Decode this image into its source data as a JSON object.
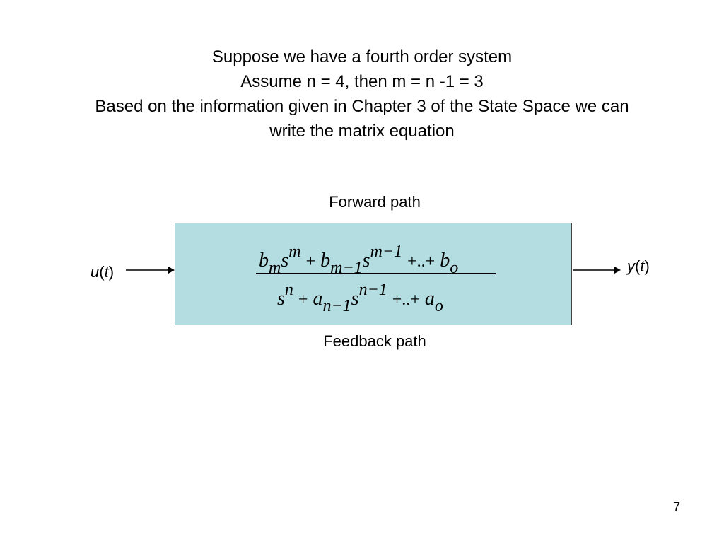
{
  "slide": {
    "heading_lines": [
      "Suppose we have a fourth order system",
      "Assume n = 4, then m = n -1 = 3",
      "Based on the information given in Chapter 3 of the State Space we can",
      "write the matrix equation"
    ],
    "page_number": "7"
  },
  "diagram": {
    "forward_label": "Forward path",
    "feedback_label": "Feedback path",
    "input": {
      "name": "u",
      "arg": "t"
    },
    "output": {
      "name": "y",
      "arg": "t"
    },
    "block_fill": "#b3dde0",
    "transfer_function": {
      "numerator": {
        "c1": "b",
        "c1_sub": "m",
        "s1": "s",
        "s1_sup": "m",
        "plus1": "+",
        "c2": "b",
        "c2_sub": "m−1",
        "s2": "s",
        "s2_sup": "m−1",
        "ellipsis": "+..+",
        "c3": "b",
        "c3_sub": "o"
      },
      "denominator": {
        "s1": "s",
        "s1_sup": "n",
        "plus1": "+",
        "c2": "a",
        "c2_sub": "n−1",
        "s2": "s",
        "s2_sup": "n−1",
        "ellipsis": "+..+",
        "c3": "a",
        "c3_sub": "o"
      }
    }
  }
}
